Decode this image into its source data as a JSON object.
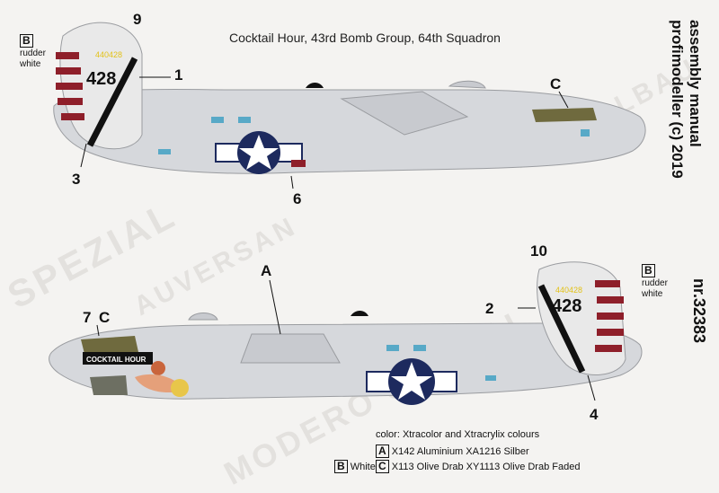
{
  "title": "Cocktail Hour, 43rd Bomb Group, 64th Squadron",
  "vertical_brand": "profimodeller (c) 2019",
  "vertical_manual": "assembly manual",
  "vertical_code": "nr.32383",
  "watermarks": [
    "SPEZIAL",
    "AUVERSAN",
    "MODELLBAU",
    "MODERO SPEZIAL"
  ],
  "top_view": {
    "serial": "440428",
    "tail_number": "428",
    "callouts": {
      "c9": "9",
      "c1": "1",
      "c3": "3",
      "c6": "6",
      "cC": "C"
    },
    "rudder_letter": "B",
    "rudder_text_1": "rudder",
    "rudder_text_2": "white"
  },
  "bottom_view": {
    "serial": "440428",
    "tail_number": "428",
    "nose_art": "COCKTAIL HOUR",
    "callouts": {
      "c10": "10",
      "c2": "2",
      "c4": "4",
      "c7": "7",
      "cC": "C",
      "cA": "A"
    },
    "rudder_letter": "B",
    "rudder_text_1": "rudder",
    "rudder_text_2": "white"
  },
  "legend": {
    "heading": "color: Xtracolor and Xtracrylix colours",
    "items": [
      {
        "letter": "A",
        "text": "X142 Aluminium  XA1216 Silber"
      },
      {
        "letter": "C",
        "text": "X113 Olive Drab XY1113 Olive Drab Faded"
      }
    ],
    "white_letter": "B",
    "white_text": "White"
  },
  "colors": {
    "aluminium": "#d6d8dc",
    "olive_drab": "#6f6a3e",
    "stripe_red": "#8e1f2a",
    "insignia_blue": "#1d2a5e",
    "window_cyan": "#58a9c7",
    "serial_yellow": "#e3c21a"
  }
}
